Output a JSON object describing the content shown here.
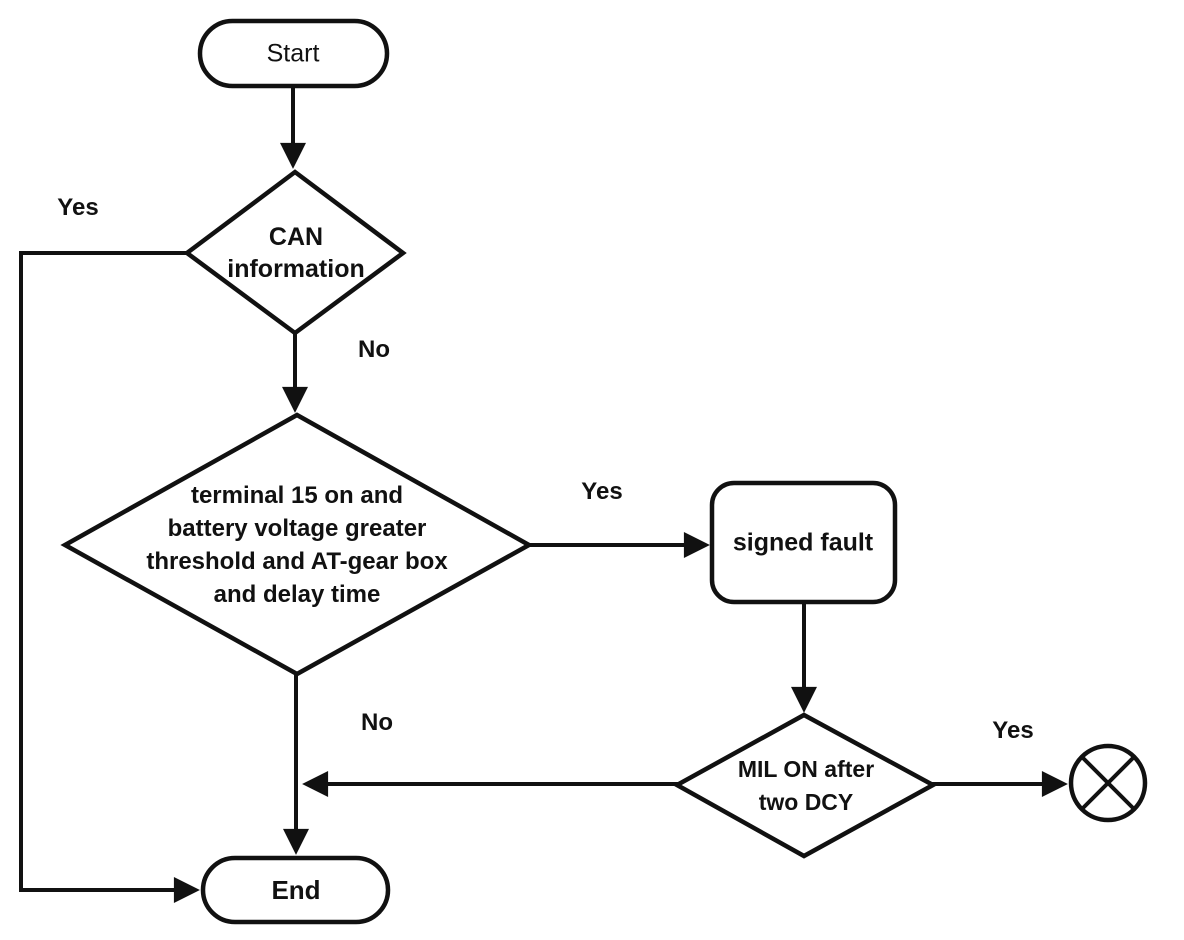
{
  "diagram": {
    "type": "flowchart",
    "background": "#ffffff",
    "ink": "#111111",
    "nodes": {
      "start": {
        "shape": "terminator",
        "label": "Start"
      },
      "can": {
        "shape": "decision",
        "label": "CAN\ninformation"
      },
      "condition": {
        "shape": "decision",
        "label": "terminal 15 on and\nbattery voltage greater\nthreshold and AT-gear box\nand delay time"
      },
      "signed_fault": {
        "shape": "process",
        "label": "signed fault"
      },
      "mil": {
        "shape": "decision",
        "label": "MIL ON after\ntwo DCY"
      },
      "end": {
        "shape": "terminator",
        "label": "End"
      },
      "terminal_cross": {
        "shape": "crossed-circle",
        "label": ""
      }
    },
    "edge_labels": {
      "can_yes": "Yes",
      "can_no": "No",
      "condition_yes": "Yes",
      "condition_no": "No",
      "mil_yes": "Yes"
    },
    "edges": [
      {
        "from": "start",
        "to": "can",
        "label": ""
      },
      {
        "from": "can",
        "to": "end",
        "label": "Yes"
      },
      {
        "from": "can",
        "to": "condition",
        "label": "No"
      },
      {
        "from": "condition",
        "to": "signed_fault",
        "label": "Yes"
      },
      {
        "from": "condition",
        "to": "end",
        "label": "No"
      },
      {
        "from": "signed_fault",
        "to": "mil",
        "label": ""
      },
      {
        "from": "mil",
        "to": "terminal_cross",
        "label": "Yes"
      },
      {
        "from": "mil",
        "to": "condition_no_line",
        "label": ""
      }
    ]
  }
}
